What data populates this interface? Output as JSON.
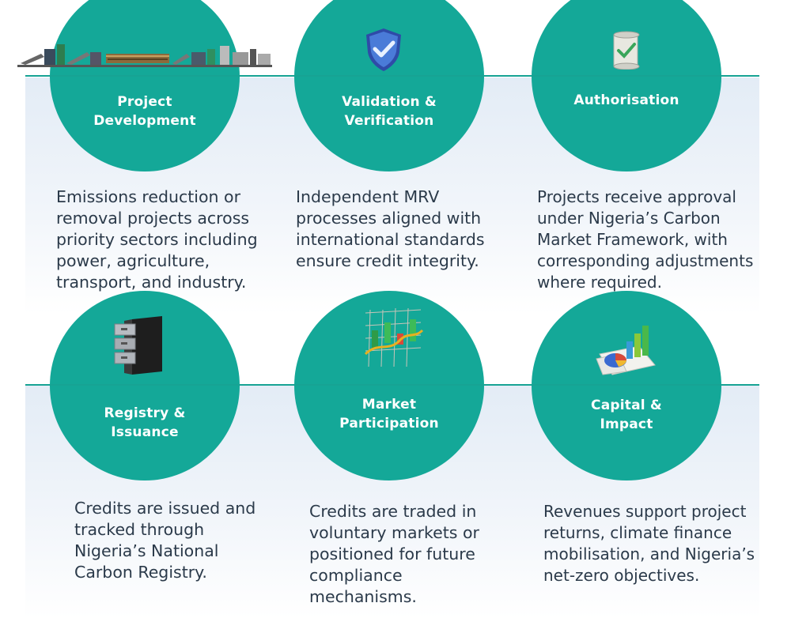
{
  "steps": [
    {
      "title": [
        "Project",
        "Development"
      ],
      "description": [
        "Emissions reduction or",
        "removal projects across",
        "priority sectors including",
        "power, agriculture,",
        "transport, and industry."
      ],
      "icon": "production-line-icon"
    },
    {
      "title": [
        "Validation &",
        "Verification"
      ],
      "description": [
        "Independent MRV",
        "processes aligned with",
        "international standards",
        "ensure credit integrity."
      ],
      "icon": "shield-check-icon"
    },
    {
      "title": [
        "Authorisation"
      ],
      "description": [
        "Projects receive approval",
        "under Nigeria’s Carbon",
        "Market Framework, with",
        "corresponding adjustments",
        "where required."
      ],
      "icon": "approved-scroll-icon"
    },
    {
      "title": [
        "Registry &",
        "Issuance"
      ],
      "description": [
        "Credits are issued and",
        "tracked through",
        "Nigeria’s National",
        "Carbon Registry."
      ],
      "icon": "filing-cabinet-icon"
    },
    {
      "title": [
        "Market",
        "Participation"
      ],
      "description": [
        "Credits are traded in",
        "voluntary markets or",
        "positioned for future",
        "compliance",
        "mechanisms."
      ],
      "icon": "market-chart-icon"
    },
    {
      "title": [
        "Capital &",
        "Impact"
      ],
      "description": [
        "Revenues support project",
        "returns, climate finance",
        "mobilisation, and Nigeria’s",
        "net-zero objectives."
      ],
      "icon": "bar-pie-report-icon"
    }
  ],
  "colors": {
    "teal": "#14a898",
    "teal_light": "#19b8a8",
    "text": "#2b3a4a"
  }
}
